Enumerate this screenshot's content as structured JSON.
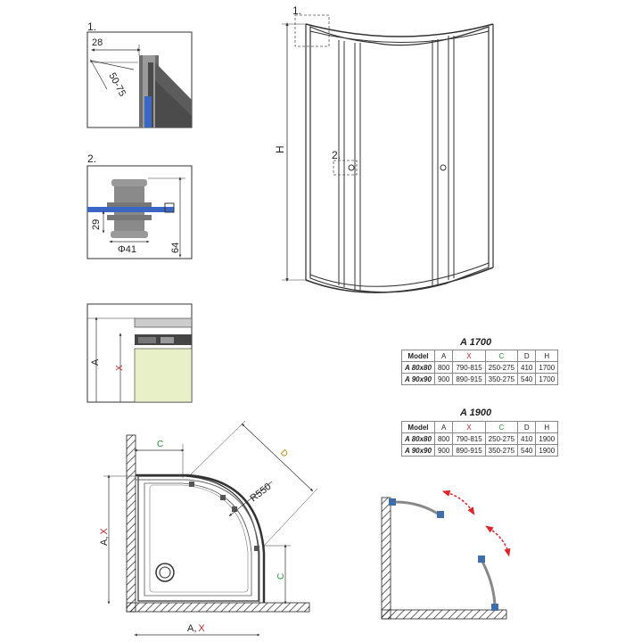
{
  "callouts": {
    "detail1": "1.",
    "detail2": "2."
  },
  "detail1": {
    "dim_width": "28",
    "dim_range": "50-75"
  },
  "detail2": {
    "dim_height": "29",
    "dim_diameter": "Φ41",
    "dim_total": "64"
  },
  "front_view": {
    "height_label": "H",
    "callout1": "1.",
    "callout2": "2."
  },
  "side_detail": {
    "label_a": "A",
    "label_x": "X"
  },
  "plan_view": {
    "dim_c_top": "C",
    "dim_d": "D",
    "dim_radius": "R550",
    "dim_c_side": "C",
    "dim_left_a": "A",
    "dim_left_sep": ",",
    "dim_left_x": "X",
    "dim_bottom_a": "A",
    "dim_bottom_sep": ",",
    "dim_bottom_x": "X"
  },
  "tables": [
    {
      "title": "A 1700",
      "headers": [
        "Model",
        "A",
        "X",
        "C",
        "D",
        "H"
      ],
      "rows": [
        [
          "A 80x80",
          "800",
          "790-815",
          "250-275",
          "410",
          "1700"
        ],
        [
          "A 90x90",
          "900",
          "890-915",
          "350-275",
          "540",
          "1700"
        ]
      ]
    },
    {
      "title": "A 1900",
      "headers": [
        "Model",
        "A",
        "X",
        "C",
        "D",
        "H"
      ],
      "rows": [
        [
          "A 80x80",
          "800",
          "790-815",
          "250-275",
          "410",
          "1900"
        ],
        [
          "A 90x90",
          "900",
          "890-915",
          "350-275",
          "540",
          "1900"
        ]
      ]
    }
  ],
  "colors": {
    "x_label": "#c0262c",
    "c_label": "#2a8a3a",
    "d_label": "#b8860b",
    "glass": "#3a66c4",
    "tray_fill": "#e8f0c8",
    "arrow": "#d9262c",
    "handle": "#3f6fa8"
  }
}
